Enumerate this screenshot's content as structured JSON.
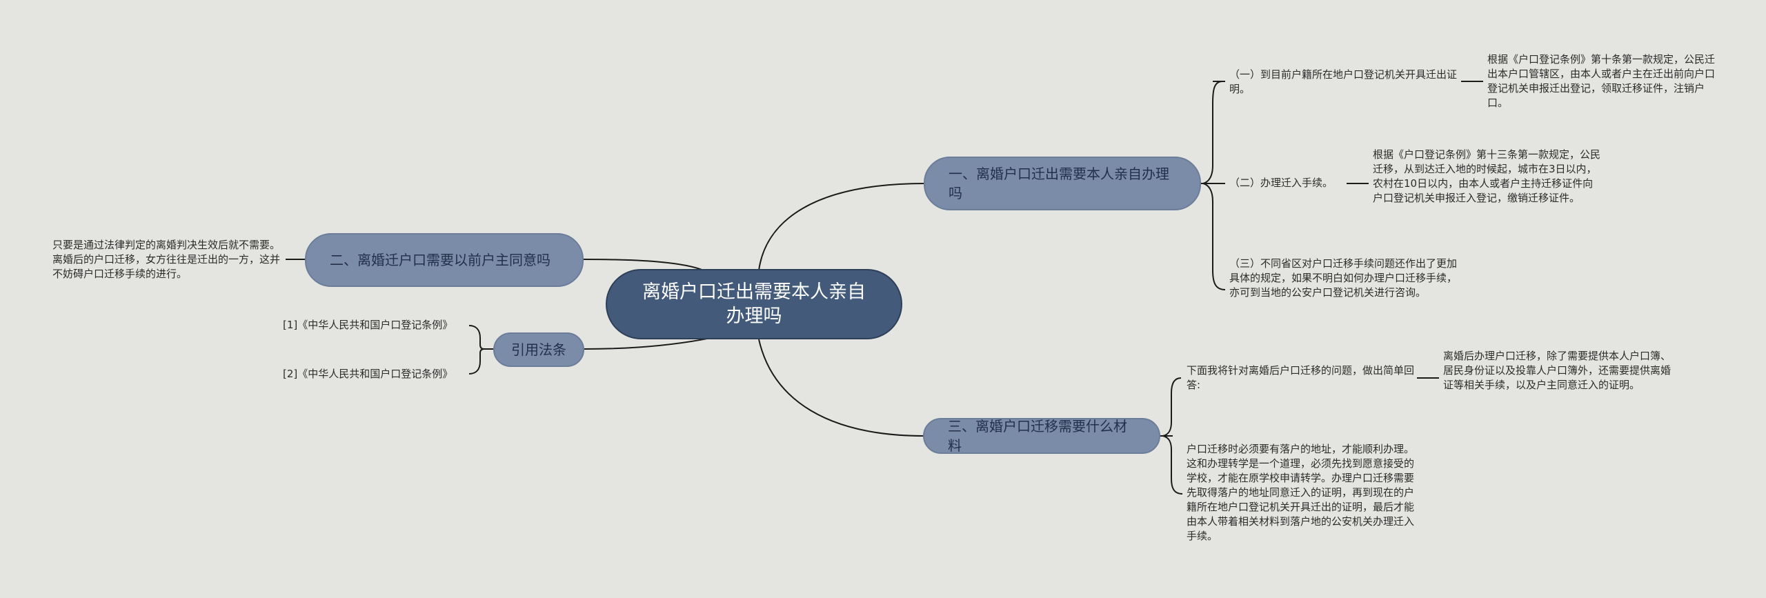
{
  "root": {
    "label": "离婚户口迁出需要本人亲自办理吗"
  },
  "branches": {
    "b1": {
      "label": "一、离婚户口迁出需要本人亲自办理吗",
      "children": [
        {
          "label": "（一）到目前户籍所在地户口登记机关开具迁出证明。",
          "note": "根据《户口登记条例》第十条第一款规定，公民迁出本户口管辖区，由本人或者户主在迁出前向户口登记机关申报迁出登记，领取迁移证件，注销户口。"
        },
        {
          "label": "（二）办理迁入手续。",
          "note": "根据《户口登记条例》第十三条第一款规定，公民迁移，从到达迁入地的时候起，城市在3日以内，农村在10日以内，由本人或者户主持迁移证件向户口登记机关申报迁入登记，缴销迁移证件。"
        },
        {
          "label": "（三）不同省区对户口迁移手续问题还作出了更加具体的规定，如果不明白如何办理户口迁移手续，亦可到当地的公安户口登记机关进行咨询。"
        }
      ]
    },
    "b2": {
      "label": "二、离婚迁户口需要以前户主同意吗",
      "children": [
        {
          "label": "只要是通过法律判定的离婚判决生效后就不需要。 离婚后的户口迁移，女方往往是迁出的一方，这并不妨碍户口迁移手续的进行。"
        }
      ]
    },
    "b3": {
      "label": "三、离婚户口迁移需要什么材料",
      "children": [
        {
          "label": "下面我将针对离婚后户口迁移的问题，做出简单回答:",
          "note": "离婚后办理户口迁移，除了需要提供本人户口簿、居民身份证以及投靠人户口簿外，还需要提供离婚证等相关手续，以及户主同意迁入的证明。"
        },
        {
          "label": "户口迁移时必须要有落户的地址，才能顺利办理。这和办理转学是一个道理，必须先找到愿意接受的学校，才能在原学校申请转学。办理户口迁移需要先取得落户的地址同意迁入的证明，再到现在的户籍所在地户口登记机关开具迁出的证明，最后才能由本人带着相关材料到落户地的公安机关办理迁入手续。"
        }
      ]
    },
    "b4": {
      "label": "引用法条",
      "children": [
        {
          "label": "[1]《中华人民共和国户口登记条例》"
        },
        {
          "label": "[2]《中华人民共和国户口登记条例》"
        }
      ]
    }
  }
}
